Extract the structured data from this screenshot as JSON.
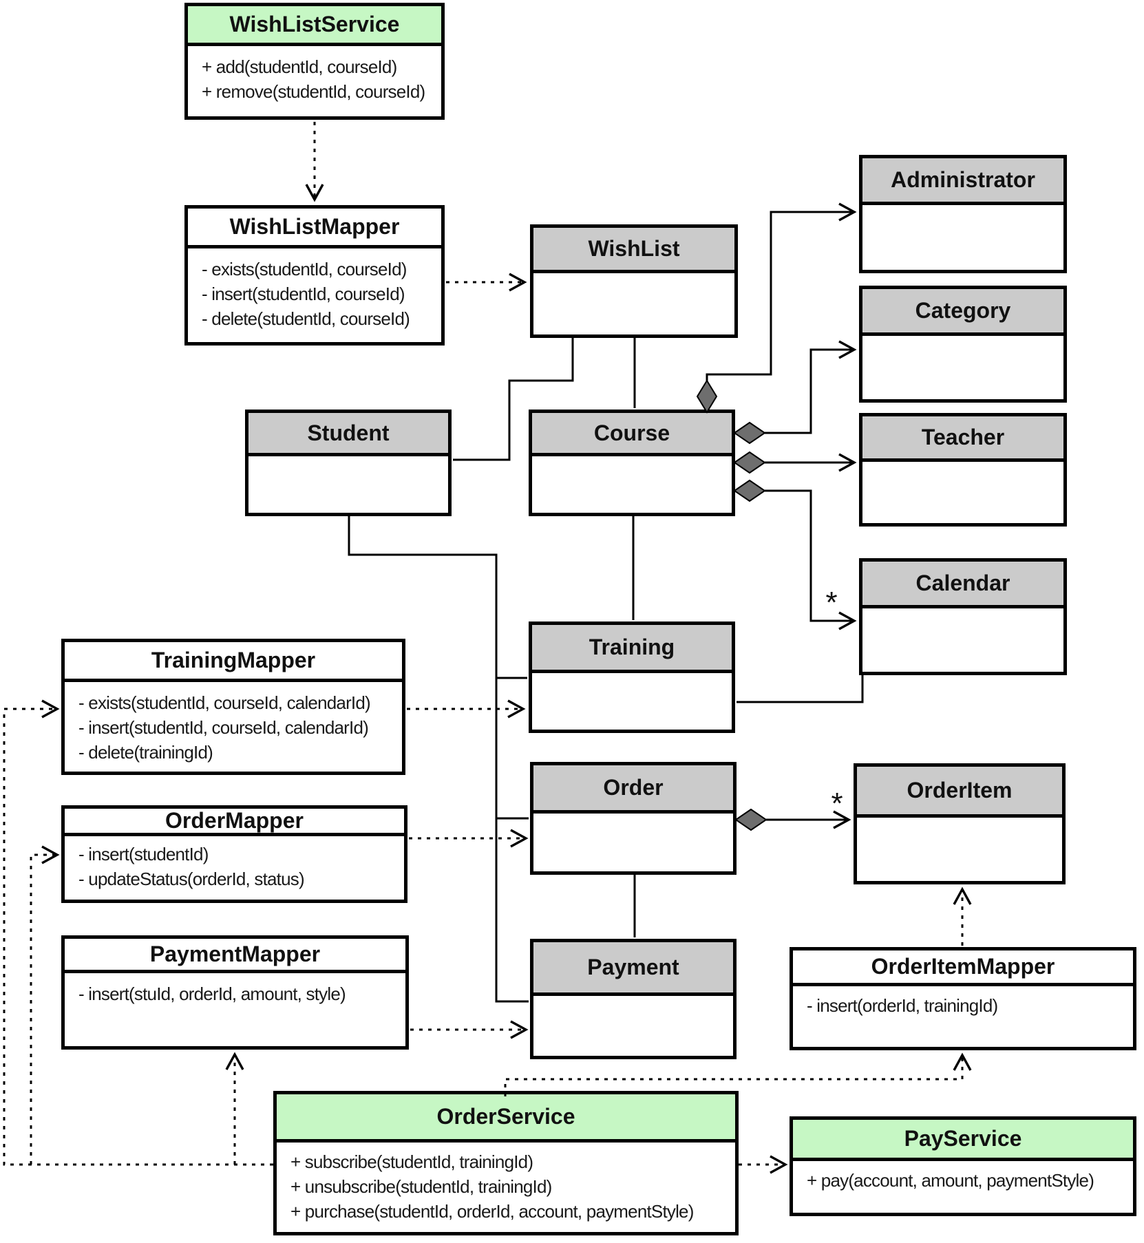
{
  "diagram": {
    "title": "Online course ordering UML class diagram",
    "colors": {
      "service_header": "#c6f7c4",
      "entity_header": "#cbcbcb",
      "mapper_header": "#ffffff",
      "border": "#000000",
      "diamond_fill": "#6e6e6e",
      "background": "#ffffff"
    },
    "labels": {
      "calendar_multiplicity": "*",
      "orderitem_multiplicity": "*"
    },
    "classes": [
      {
        "id": "wishlistservice",
        "name": "WishListService",
        "kind": "service",
        "methods": [
          "+ add(studentId, courseId)",
          "+ remove(studentId, courseId)"
        ]
      },
      {
        "id": "wishlistmapper",
        "name": "WishListMapper",
        "kind": "mapper",
        "methods": [
          "- exists(studentId, courseId)",
          "- insert(studentId, courseId)",
          "- delete(studentId, courseId)"
        ]
      },
      {
        "id": "wishlist",
        "name": "WishList",
        "kind": "entity",
        "methods": []
      },
      {
        "id": "administrator",
        "name": "Administrator",
        "kind": "entity",
        "methods": []
      },
      {
        "id": "category",
        "name": "Category",
        "kind": "entity",
        "methods": []
      },
      {
        "id": "student",
        "name": "Student",
        "kind": "entity",
        "methods": []
      },
      {
        "id": "course",
        "name": "Course",
        "kind": "entity",
        "methods": []
      },
      {
        "id": "teacher",
        "name": "Teacher",
        "kind": "entity",
        "methods": []
      },
      {
        "id": "calendar",
        "name": "Calendar",
        "kind": "entity",
        "methods": []
      },
      {
        "id": "training",
        "name": "Training",
        "kind": "entity",
        "methods": []
      },
      {
        "id": "trainingmapper",
        "name": "TrainingMapper",
        "kind": "mapper",
        "methods": [
          "- exists(studentId, courseId, calendarId)",
          "- insert(studentId, courseId, calendarId)",
          "- delete(trainingId)"
        ]
      },
      {
        "id": "order",
        "name": "Order",
        "kind": "entity",
        "methods": []
      },
      {
        "id": "orderitem",
        "name": "OrderItem",
        "kind": "entity",
        "methods": []
      },
      {
        "id": "ordermapper",
        "name": "OrderMapper",
        "kind": "mapper",
        "methods": [
          "- insert(studentId)",
          "- updateStatus(orderId, status)"
        ]
      },
      {
        "id": "paymentmapper",
        "name": "PaymentMapper",
        "kind": "mapper",
        "methods": [
          "- insert(stuId, orderId, amount, style)"
        ]
      },
      {
        "id": "payment",
        "name": "Payment",
        "kind": "entity",
        "methods": []
      },
      {
        "id": "orderitemmapper",
        "name": "OrderItemMapper",
        "kind": "mapper",
        "methods": [
          "- insert(orderId, trainingId)"
        ]
      },
      {
        "id": "orderservice",
        "name": "OrderService",
        "kind": "service",
        "methods": [
          "+ subscribe(studentId, trainingId)",
          "+ unsubscribe(studentId, trainingId)",
          "+ purchase(studentId, orderId, account, paymentStyle)"
        ]
      },
      {
        "id": "payservice",
        "name": "PayService",
        "kind": "service",
        "methods": [
          "+ pay(account, amount, paymentStyle)"
        ]
      }
    ],
    "relations": [
      {
        "from": "WishListService",
        "to": "WishListMapper",
        "type": "dependency"
      },
      {
        "from": "WishListMapper",
        "to": "WishList",
        "type": "dependency"
      },
      {
        "from": "WishList",
        "to": "Course",
        "type": "association"
      },
      {
        "from": "WishList",
        "to": "Student",
        "type": "association"
      },
      {
        "from": "Course",
        "to": "Administrator",
        "type": "aggregation"
      },
      {
        "from": "Course",
        "to": "Category",
        "type": "aggregation"
      },
      {
        "from": "Course",
        "to": "Teacher",
        "type": "aggregation"
      },
      {
        "from": "Course",
        "to": "Calendar",
        "type": "aggregation",
        "multiplicity": "*"
      },
      {
        "from": "Course",
        "to": "Training",
        "type": "association"
      },
      {
        "from": "Student",
        "to": "Training",
        "type": "association"
      },
      {
        "from": "Student",
        "to": "Order",
        "type": "association"
      },
      {
        "from": "Student",
        "to": "Payment",
        "type": "association"
      },
      {
        "from": "Calendar",
        "to": "Training",
        "type": "association"
      },
      {
        "from": "TrainingMapper",
        "to": "Training",
        "type": "dependency"
      },
      {
        "from": "OrderMapper",
        "to": "Order",
        "type": "dependency"
      },
      {
        "from": "PaymentMapper",
        "to": "Payment",
        "type": "dependency"
      },
      {
        "from": "Order",
        "to": "Payment",
        "type": "association"
      },
      {
        "from": "Order",
        "to": "OrderItem",
        "type": "aggregation",
        "multiplicity": "*"
      },
      {
        "from": "OrderItemMapper",
        "to": "OrderItem",
        "type": "dependency"
      },
      {
        "from": "OrderService",
        "to": "TrainingMapper",
        "type": "dependency"
      },
      {
        "from": "OrderService",
        "to": "OrderMapper",
        "type": "dependency"
      },
      {
        "from": "OrderService",
        "to": "PaymentMapper",
        "type": "dependency"
      },
      {
        "from": "OrderService",
        "to": "OrderItemMapper",
        "type": "dependency"
      },
      {
        "from": "OrderService",
        "to": "PayService",
        "type": "dependency"
      }
    ]
  }
}
